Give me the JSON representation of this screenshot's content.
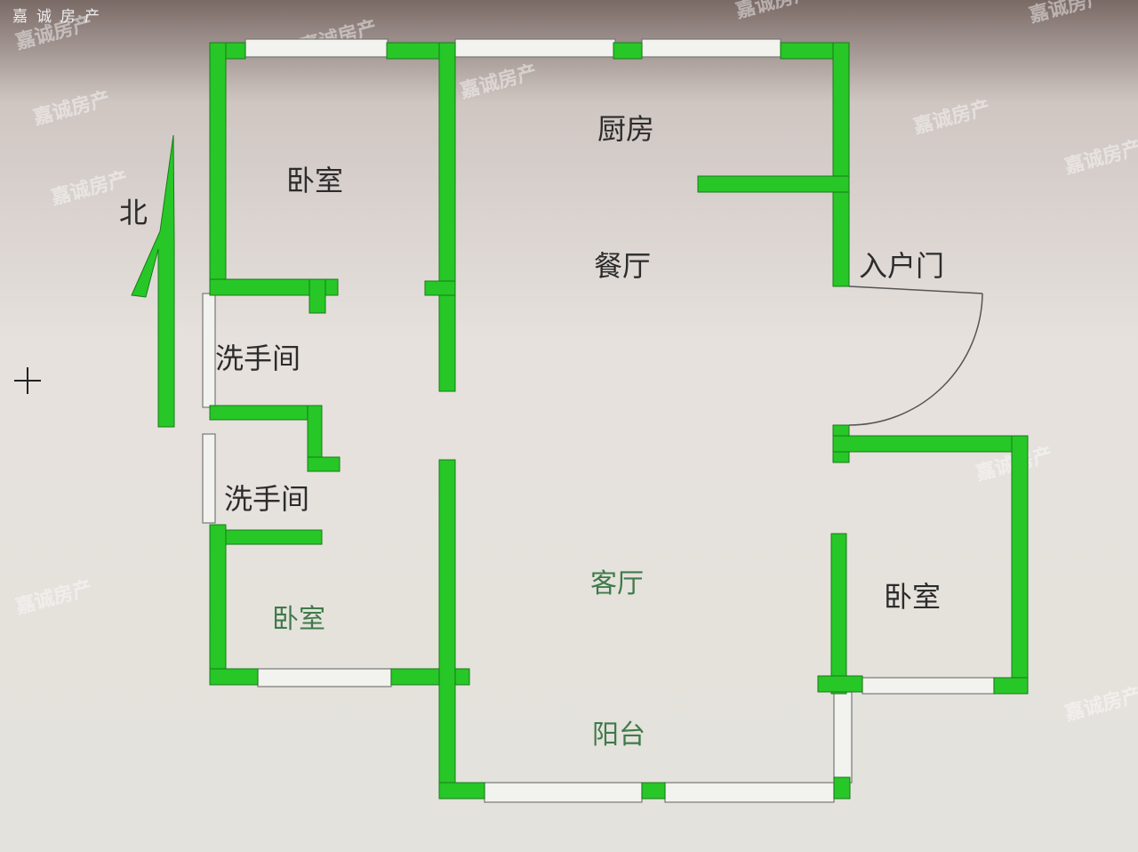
{
  "brand": "嘉诚房产",
  "watermark": "嘉诚房产",
  "compass": {
    "label": "北"
  },
  "rooms": {
    "bedroom_nw": "卧室",
    "kitchen": "厨房",
    "dining": "餐厅",
    "entry_door": "入户门",
    "bathroom_1": "洗手间",
    "bathroom_2": "洗手间",
    "bedroom_sw": "卧室",
    "living": "客厅",
    "bedroom_e": "卧室",
    "balcony": "阳台"
  },
  "colors": {
    "wall": "#27c727",
    "background": "#e4e1dc"
  }
}
